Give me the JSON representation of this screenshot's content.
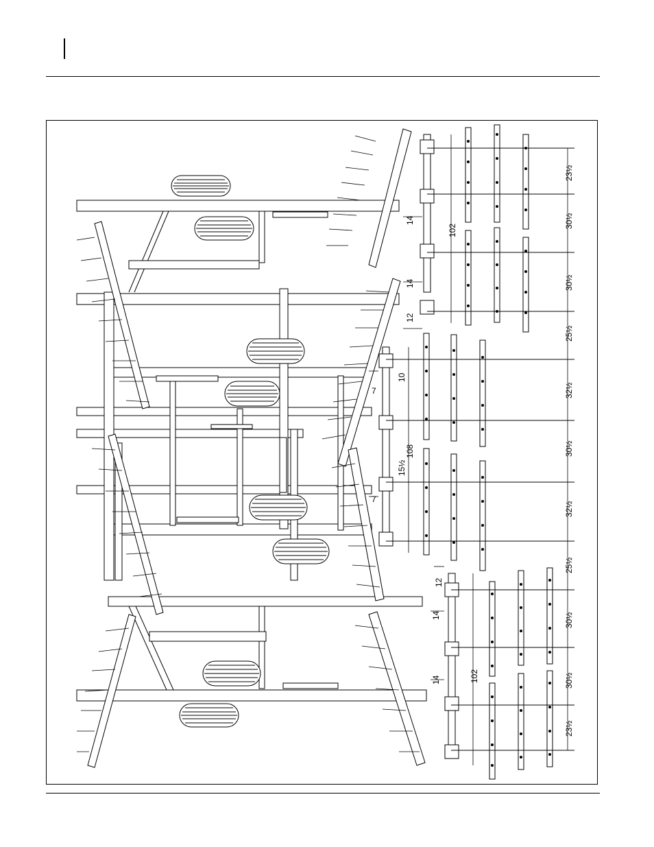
{
  "header": {
    "link_1": "",
    "link_2": ""
  },
  "footer": {
    "link_1": "",
    "link_2": ""
  },
  "diagram": {
    "dimensions": {
      "left_gang_spacings": [
        "23½",
        "30½",
        "30½",
        "25½"
      ],
      "center_gang_spacings": [
        "32½",
        "30½",
        "32½"
      ],
      "right_gang_spacings": [
        "25½",
        "30½",
        "30½",
        "23½"
      ],
      "wing_length_top": "102",
      "wing_length_bottom": "102",
      "center_length": "108",
      "offset_14_a": "14",
      "offset_14_b": "14",
      "offset_14_c": "14",
      "offset_14_d": "14",
      "offset_12_a": "12",
      "offset_12_b": "12",
      "offset_10": "10",
      "offset_7_a": "7",
      "offset_7_b": "7",
      "offset_15": "15½"
    }
  }
}
